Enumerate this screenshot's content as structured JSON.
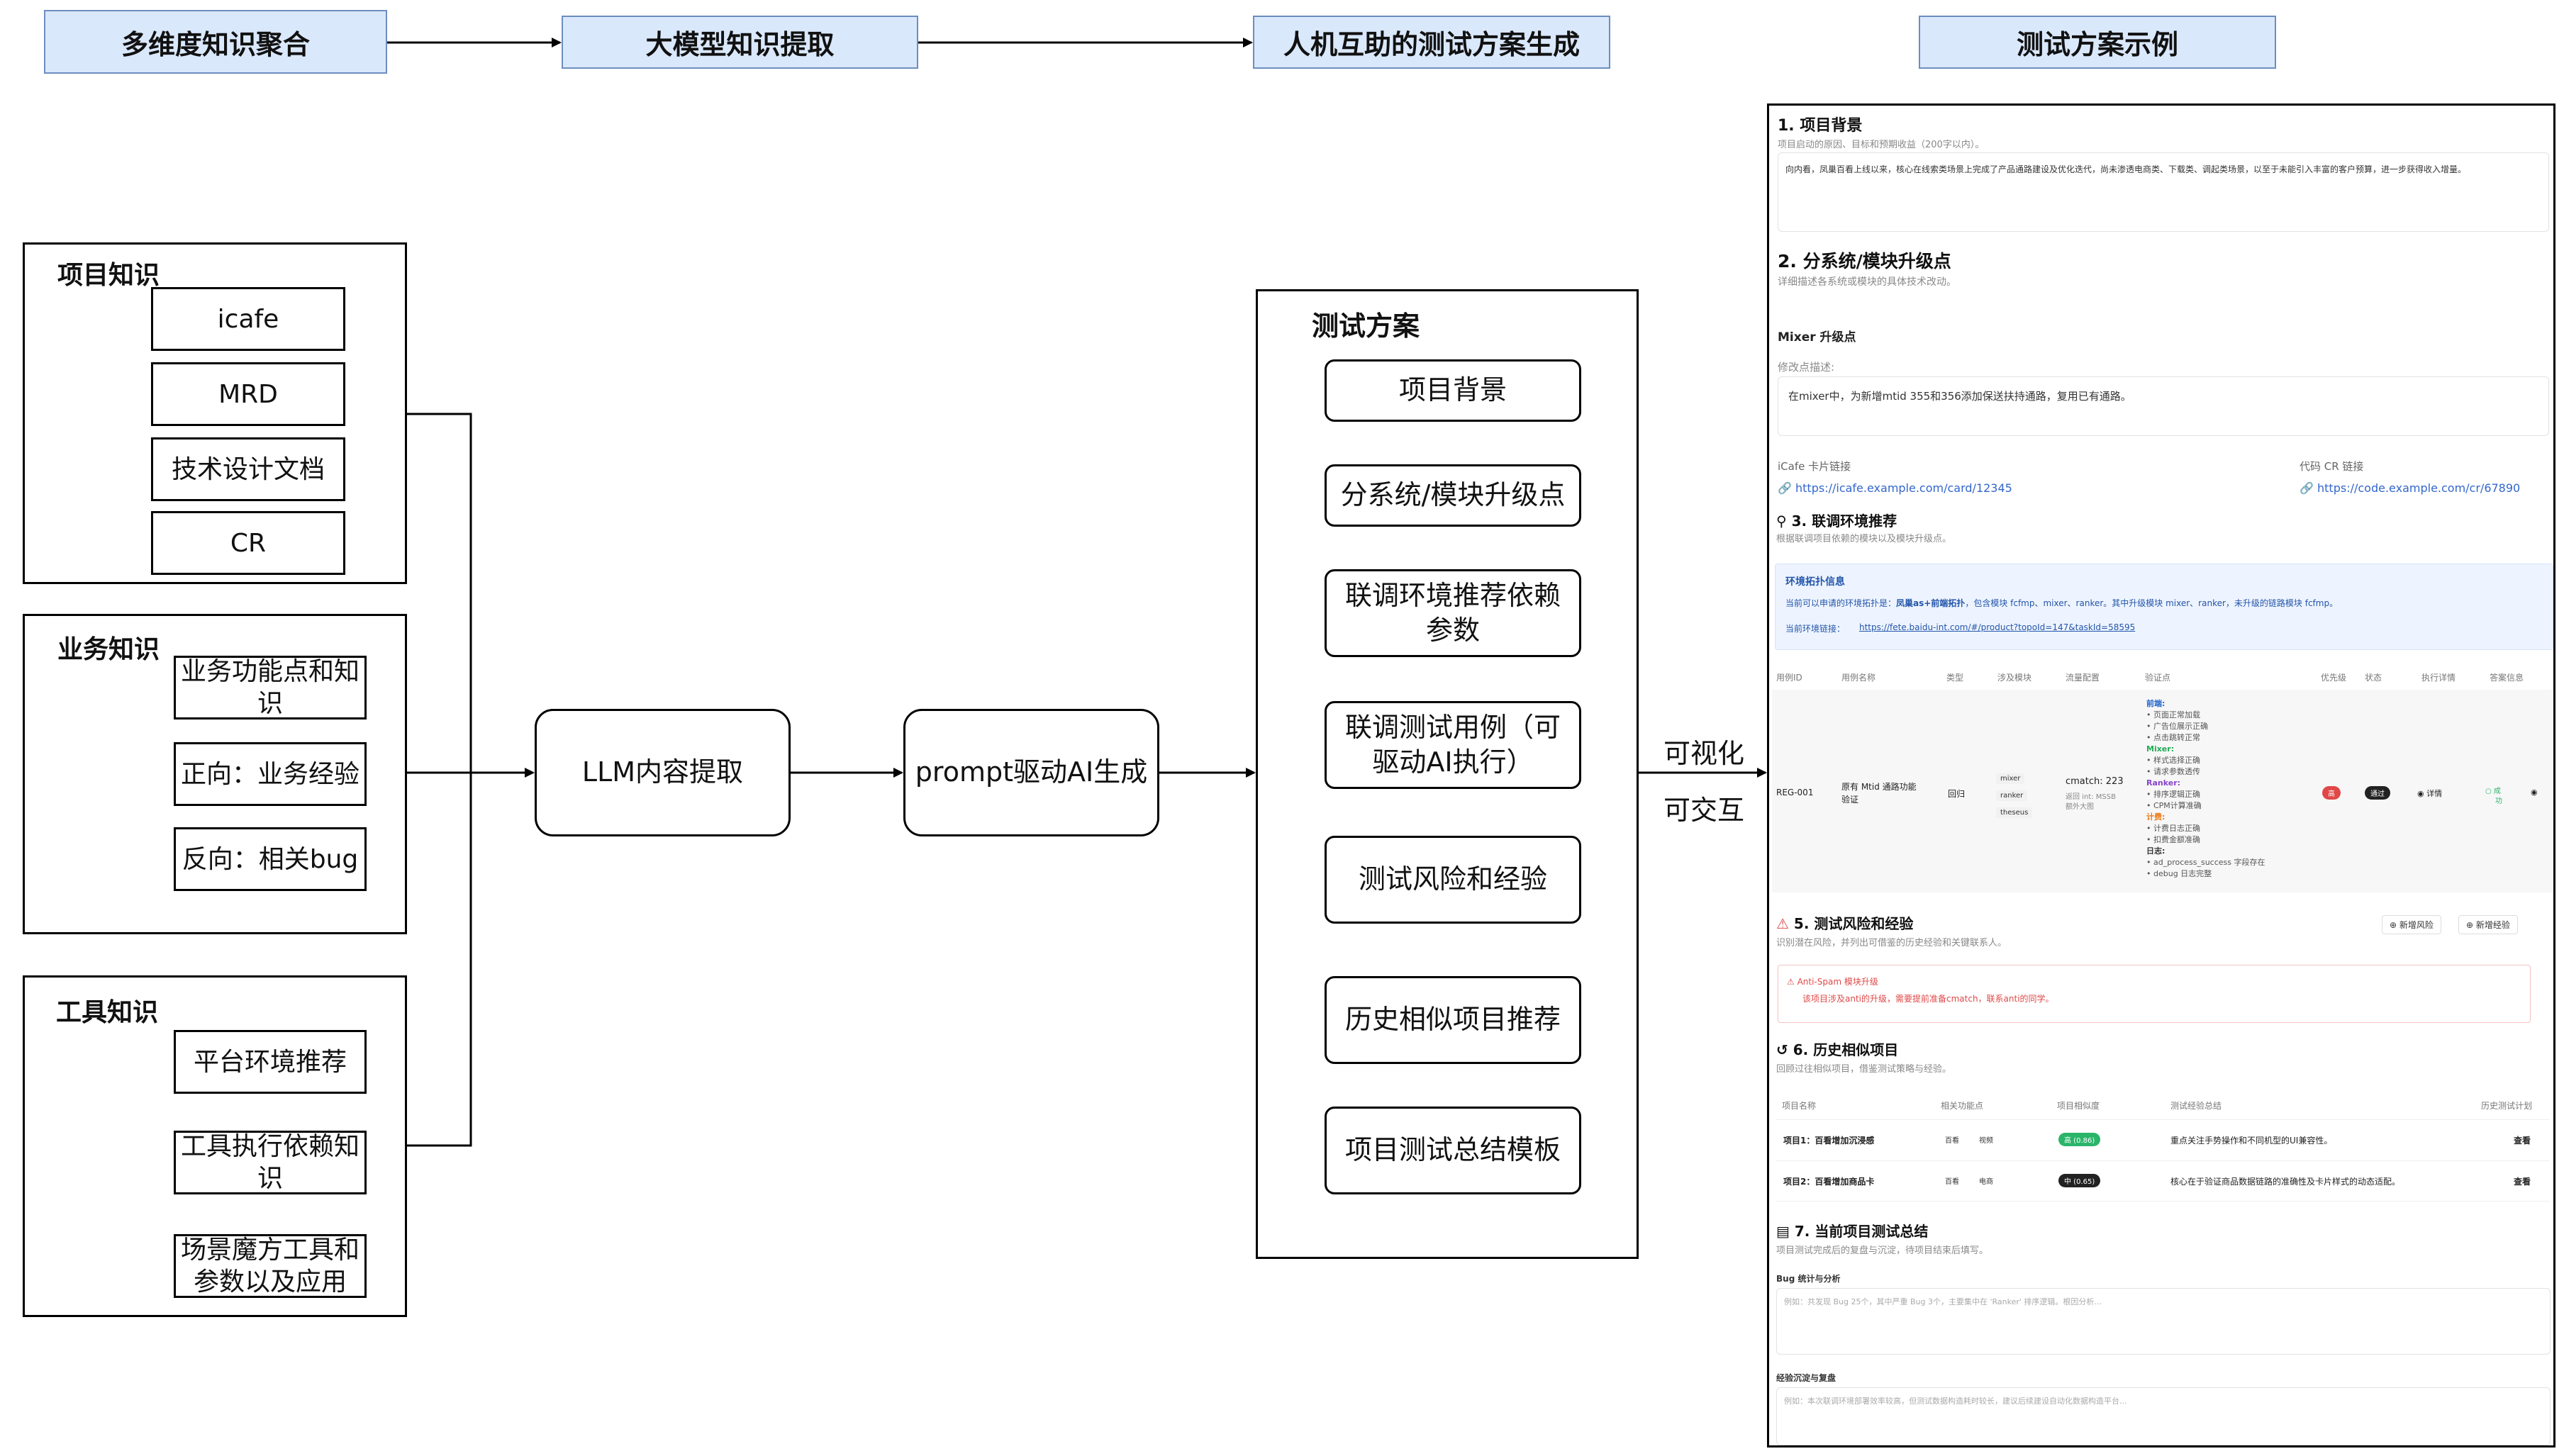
{
  "headers": {
    "h1": "多维度知识聚合",
    "h2": "大模型知识提取",
    "h3": "人机互助的测试方案生成",
    "h4": "测试方案示例"
  },
  "project": {
    "title": "项目知识",
    "items": [
      "icafe",
      "MRD",
      "技术设计文档",
      "CR"
    ]
  },
  "business": {
    "title": "业务知识",
    "items": [
      "业务功能点和知识",
      "正向：业务经验",
      "反向：相关bug"
    ]
  },
  "tools": {
    "title": "工具知识",
    "items": [
      "平台环境推荐",
      "工具执行依赖知识",
      "场景魔方工具和参数以及应用"
    ]
  },
  "process": {
    "llm": "LLM内容提取",
    "prompt": "prompt驱动AI生成"
  },
  "plan": {
    "title": "测试方案",
    "items": [
      "项目背景",
      "分系统/模块升级点",
      "联调环境推荐依赖参数",
      "联调测试用例（可驱动AI执行）",
      "测试风险和经验",
      "历史相似项目推荐",
      "项目测试总结模板"
    ]
  },
  "visual": {
    "line1": "可视化",
    "line2": "可交互"
  },
  "sample": {
    "s1_title": "1. 项目背景",
    "s1_sub": "项目启动的原因、目标和预期收益（200字以内）。",
    "s1_text": "向内看，凤巢百看上线以来，核心在线索类场景上完成了产品通路建设及优化迭代，尚未渗透电商类、下载类、调起类场景，以至于未能引入丰富的客户预算，进一步获得收入增量。",
    "s2_title": "2. 分系统/模块升级点",
    "s2_sub": "详细描述各系统或模块的具体技术改动。",
    "s2_module": "Mixer 升级点",
    "s2_label": "修改点描述:",
    "s2_text": "在mixer中，为新增mtid 355和356添加保送扶持通路，复用已有通路。",
    "icafe_label": "iCafe 卡片链接",
    "icafe_url": "https://icafe.example.com/card/12345",
    "cr_label": "代码 CR 链接",
    "cr_url": "https://code.example.com/cr/67890",
    "s3_title": "3. 联调环境推荐",
    "s3_sub": "根据联调项目依赖的模块以及模块升级点。",
    "env_title": "环境拓扑信息",
    "env_text_a": "当前可以申请的环境拓扑是：",
    "env_text_b": "凤巢as+前端拓扑",
    "env_text_c": "，包含模块 fcfmp、mixer、ranker。其中升级模块 mixer、ranker，未升级的链路模块 fcfmp。",
    "env_link_label": "当前环境链接：",
    "env_link": "https://fete.baidu-int.com/#/product?topoId=147&taskId=58595",
    "table_headers": [
      "用例ID",
      "用例名称",
      "类型",
      "涉及模块",
      "流量配置",
      "验证点",
      "优先级",
      "状态",
      "执行详情",
      "答案信息"
    ],
    "row": {
      "id": "REG-001",
      "name_1": "原有 Mtid 通路功能",
      "name_2": "验证",
      "type": "回归",
      "modules": [
        "mixer",
        "ranker",
        "theseus"
      ],
      "traffic_1": "cmatch: 223",
      "traffic_2": "返回 int: MSSB",
      "traffic_3": "额外大图",
      "v_front": "前端:",
      "v_front_items": [
        "• 页面正常加载",
        "• 广告位展示正确",
        "• 点击跳转正常"
      ],
      "v_mixer": "Mixer:",
      "v_mixer_items": [
        "• 样式选择正确",
        "• 请求参数透传"
      ],
      "v_ranker": "Ranker:",
      "v_ranker_items": [
        "• 排序逻辑正确",
        "• CPM计算准确"
      ],
      "v_bill": "计费:",
      "v_bill_items": [
        "• 计费日志正确",
        "• 扣费金额准确"
      ],
      "v_log": "日志:",
      "v_log_items": [
        "• ad_process_success 字段存在",
        "• debug 日志完整"
      ],
      "priority": "高",
      "status": "通过",
      "detail": "详情",
      "answer_1": "成",
      "answer_2": "功"
    },
    "s5_title": "5. 测试风险和经验",
    "s5_sub": "识别潜在风险，并列出可借鉴的历史经验和关键联系人。",
    "btn_risk": "新增风险",
    "btn_exp": "新增经验",
    "warn_title": "Anti-Spam 模块升级",
    "warn_text": "该项目涉及anti的升级，需要提前准备cmatch，联系anti的同学。",
    "s6_title": "6. 历史相似项目",
    "s6_sub": "回顾过往相似项目，借鉴测试策略与经验。",
    "hist_headers": [
      "项目名称",
      "相关功能点",
      "项目相似度",
      "测试经验总结",
      "历史测试计划"
    ],
    "hist": [
      {
        "name": "项目1：百看增加沉浸感",
        "tags": [
          "百看",
          "视频"
        ],
        "sim": "高 (0.86)",
        "summary": "重点关注手势操作和不同机型的UI兼容性。",
        "action": "查看",
        "color": "#2bb56a"
      },
      {
        "name": "项目2：百看增加商品卡",
        "tags": [
          "百看",
          "电商"
        ],
        "sim": "中 (0.65)",
        "summary": "核心在于验证商品数据链路的准确性及卡片样式的动态适配。",
        "action": "查看",
        "color": "#222222"
      }
    ],
    "s7_title": "7. 当前项目测试总结",
    "s7_sub": "项目测试完成后的复盘与沉淀，待项目结束后填写。",
    "bug_label": "Bug 统计与分析",
    "bug_ph": "例如：共发现 Bug 25个，其中严重 Bug 3个，主要集中在 'Ranker' 排序逻辑。根因分析...",
    "exp_label": "经验沉淀与复盘",
    "exp_ph": "例如：本次联调环境部署效率较高，但测试数据构造耗时较长，建议后续建设自动化数据构造平台..."
  }
}
